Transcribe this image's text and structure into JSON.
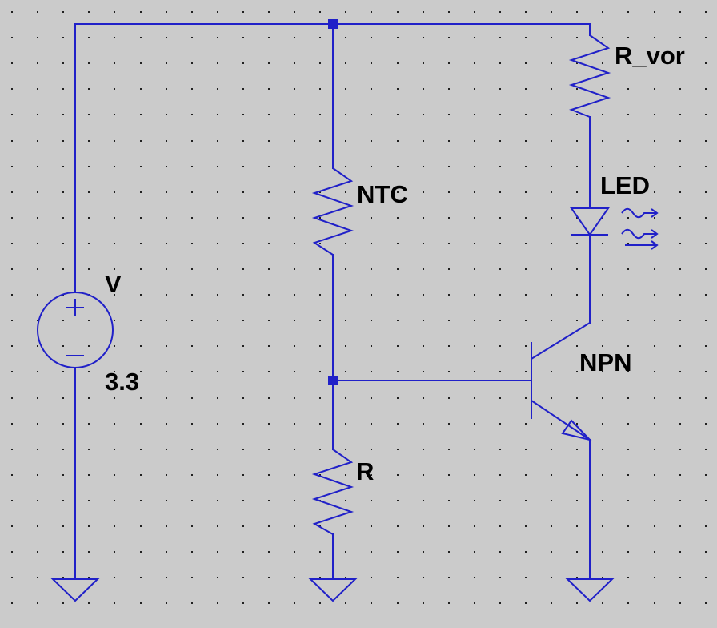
{
  "colors": {
    "background": "#cbcbcb",
    "wire": "#2020c8",
    "grid_dot": "#202020",
    "label": "#000000"
  },
  "labels": {
    "source_name": "V",
    "source_value": "3.3",
    "ntc": "NTC",
    "r": "R",
    "r_vor": "R_vor",
    "led": "LED",
    "npn": "NPN"
  },
  "icons": {
    "source": "voltage-source-icon",
    "resistor": "resistor-zigzag-icon",
    "led": "led-diode-icon",
    "transistor": "npn-transistor-icon",
    "ground": "ground-triangle-icon"
  }
}
